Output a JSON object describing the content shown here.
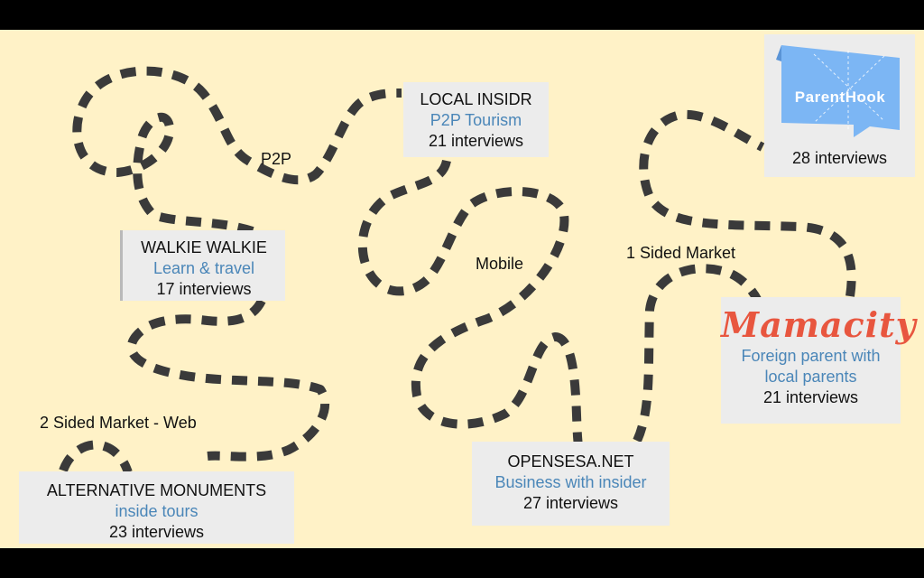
{
  "boxes": {
    "local_insidr": {
      "title": "LOCAL INSIDR",
      "subtitle": "P2P Tourism",
      "interviews": "21 interviews"
    },
    "walkie_walkie": {
      "title": "WALKIE WALKIE",
      "subtitle": "Learn & travel",
      "interviews": "17 interviews"
    },
    "alternative_monuments": {
      "title": "ALTERNATIVE MONUMENTS",
      "subtitle": "inside tours",
      "interviews": "23 interviews"
    },
    "opensesa": {
      "title": "OPENSESA.NET",
      "subtitle": "Business with insider",
      "interviews": "27 interviews"
    },
    "parenthook": {
      "logo": "ParentHook",
      "interviews": "28 interviews"
    },
    "mamacity": {
      "logo": "Mamacity",
      "subtitle_line1": "Foreign parent with",
      "subtitle_line2": "local parents",
      "interviews": "21 interviews"
    }
  },
  "path_labels": {
    "p2p": "P2P",
    "mobile": "Mobile",
    "one_sided": "1 Sided Market",
    "two_sided": "2 Sided Market - Web"
  },
  "colors": {
    "background": "#fff2c7",
    "card": "#ececec",
    "path": "#3a3a3a",
    "subtitle": "#4a86b8",
    "parenthook_flag": "#7cb6f4",
    "mamacity_logo": "#e8563f"
  }
}
